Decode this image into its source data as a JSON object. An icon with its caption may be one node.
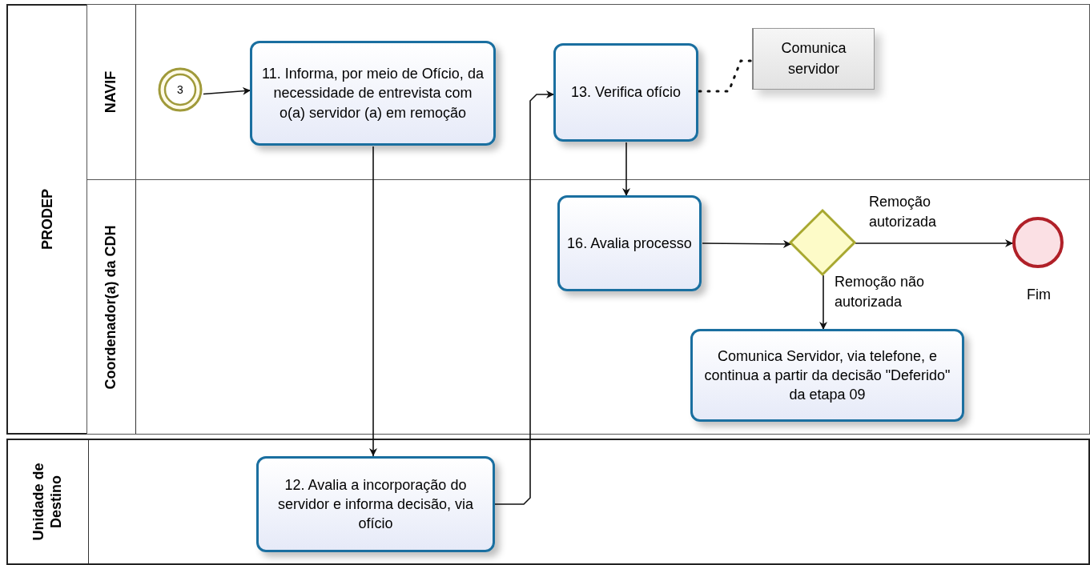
{
  "diagram": {
    "nodes": [
      {
        "text": [
          "PRODEP"
        ]
      },
      {
        "text": [
          "NAVIF"
        ],
        "in": 0
      },
      {
        "text": [
          "Coordenador(a) da CDH"
        ],
        "in": 0
      },
      {
        "text": [
          "Unidade de Destino"
        ]
      },
      {
        "text": [
          "3"
        ],
        "in": 1
      },
      {
        "text": [
          "11. Informa, por meio de Ofício, da necessidade de entrevista com o(a) servidor (a) em remoção"
        ],
        "in": 1
      },
      {
        "text": [
          "13. Verifica ofício"
        ],
        "in": 1
      },
      {
        "text": [
          "Comunica servidor"
        ],
        "in": 1
      },
      {
        "text": [
          "16. Avalia processo"
        ],
        "in": 2
      },
      {
        "text": [],
        "shape": "diamond",
        "in": 2
      },
      {
        "text": [],
        "shape": "circle",
        "in": 2,
        "beside": [
          "Fim"
        ]
      },
      {
        "text": [
          "Comunica Servidor, via telefone, e continua a partir da decisão \"Deferido\" da etapa 09"
        ],
        "in": 2
      },
      {
        "text": [
          "12. Avalia a incorporação do servidor e informa decisão, via ofício"
        ],
        "in": 3
      }
    ],
    "edges": [
      {
        "from": 4,
        "to": 5,
        "arrow": "to"
      },
      {
        "from": 5,
        "to": 12,
        "arrow": "to"
      },
      {
        "from": 12,
        "to": 6,
        "arrow": "to"
      },
      {
        "from": 6,
        "to": 7,
        "arrow": "none",
        "style": "dashed"
      },
      {
        "from": 6,
        "to": 8,
        "arrow": "to"
      },
      {
        "from": 8,
        "to": 9,
        "arrow": "to"
      },
      {
        "from": 9,
        "to": 10,
        "arrow": "to",
        "label": "Remoção autorizada"
      },
      {
        "from": 9,
        "to": 11,
        "arrow": "to",
        "label": "Remoção não autorizada"
      }
    ]
  }
}
